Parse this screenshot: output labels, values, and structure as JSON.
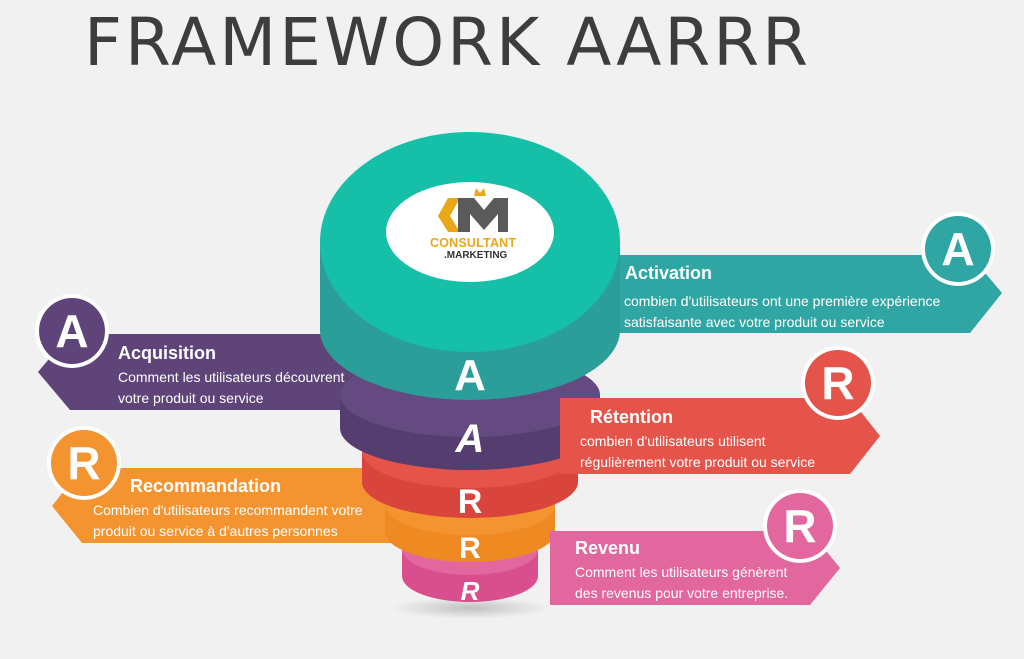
{
  "title": "FRAMEWORK AARRR",
  "logo": {
    "line1": "CONSULTANT",
    "line2": ".MARKETING",
    "icon": "consultant-marketing-logo"
  },
  "funnel_letters": [
    "A",
    "A",
    "R",
    "R",
    "R"
  ],
  "stages": [
    {
      "key": "acquisition",
      "badge": "A",
      "title": "Acquisition",
      "line1": "Comment les utilisateurs découvrent",
      "line2": "votre produit ou service",
      "color": "#5e4478"
    },
    {
      "key": "activation",
      "badge": "A",
      "title": "Activation",
      "line1": "combien d'utilisateurs ont une première expérience",
      "line2": "satisfaisante avec votre produit ou service",
      "color": "#2fa6a3"
    },
    {
      "key": "retention",
      "badge": "R",
      "title": "Rétention",
      "line1": "combien d'utilisateurs utilisent",
      "line2": "régulièrement votre produit ou service",
      "color": "#e4544a"
    },
    {
      "key": "recommandation",
      "badge": "R",
      "title": "Recommandation",
      "line1": "Combien d'utilisateurs recommandent votre",
      "line2": "produit ou service à d'autres personnes",
      "color": "#f39431"
    },
    {
      "key": "revenu",
      "badge": "R",
      "title": "Revenu",
      "line1": "Comment les utilisateurs génèrent",
      "line2": "des revenus pour votre entreprise.",
      "color": "#e1679e"
    }
  ]
}
